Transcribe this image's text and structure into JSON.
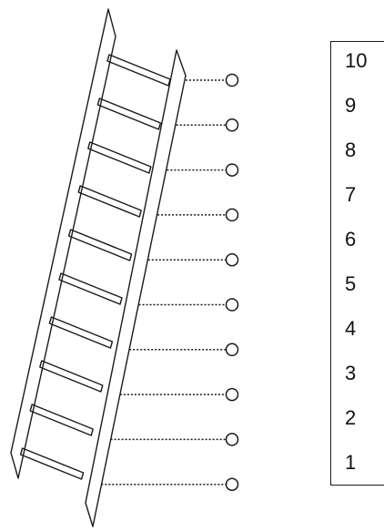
{
  "colors": {
    "ink": "#1a1a1a",
    "background": "#ffffff"
  },
  "rungs": 10,
  "answer_circles": 10,
  "number_box": {
    "items": [
      "10",
      "9",
      "8",
      "7",
      "6",
      "5",
      "4",
      "3",
      "2",
      "1"
    ]
  }
}
